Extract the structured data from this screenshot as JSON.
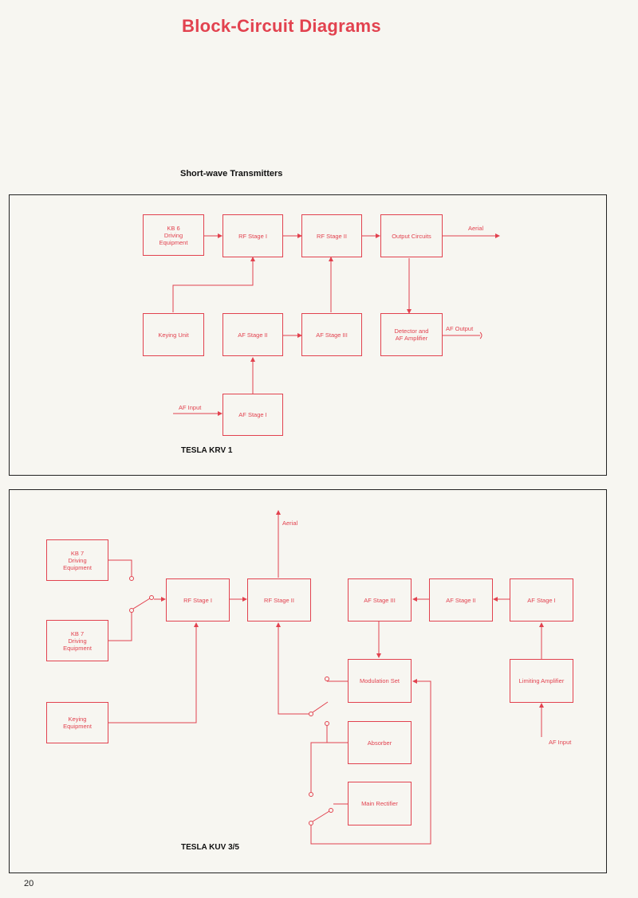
{
  "page": {
    "title": "Block-Circuit Diagrams",
    "subtitle": "Short-wave Transmitters",
    "page_number": "20"
  },
  "diagram1": {
    "model": "TESLA KRV 1",
    "blocks": {
      "kb6": "KB 6\nDriving\nEquipment",
      "rf1": "RF Stage I",
      "rf2": "RF Stage II",
      "out": "Output Circuits",
      "keying": "Keying Unit",
      "af2": "AF Stage II",
      "af3": "AF Stage III",
      "det": "Detector and\nAF Amplifier",
      "af1": "AF Stage I"
    },
    "labels": {
      "aerial": "Aerial",
      "af_output": "AF Output",
      "af_input": "AF Input"
    }
  },
  "diagram2": {
    "model": "TESLA KUV 3/5",
    "blocks": {
      "kb7a": "KB 7\nDriving\nEquipment",
      "kb7b": "KB 7\nDriving\nEquipment",
      "keying": "Keying\nEquipment",
      "rf1": "RF Stage I",
      "rf2": "RF Stage II",
      "af3": "AF Stage III",
      "af2": "AF Stage II",
      "af1": "AF Stage I",
      "mod": "Modulation Set",
      "limit": "Limiting Amplifier",
      "absorber": "Absorber",
      "rect": "Main Rectifier"
    },
    "labels": {
      "aerial": "Aerial",
      "af_input": "AF Input"
    }
  }
}
